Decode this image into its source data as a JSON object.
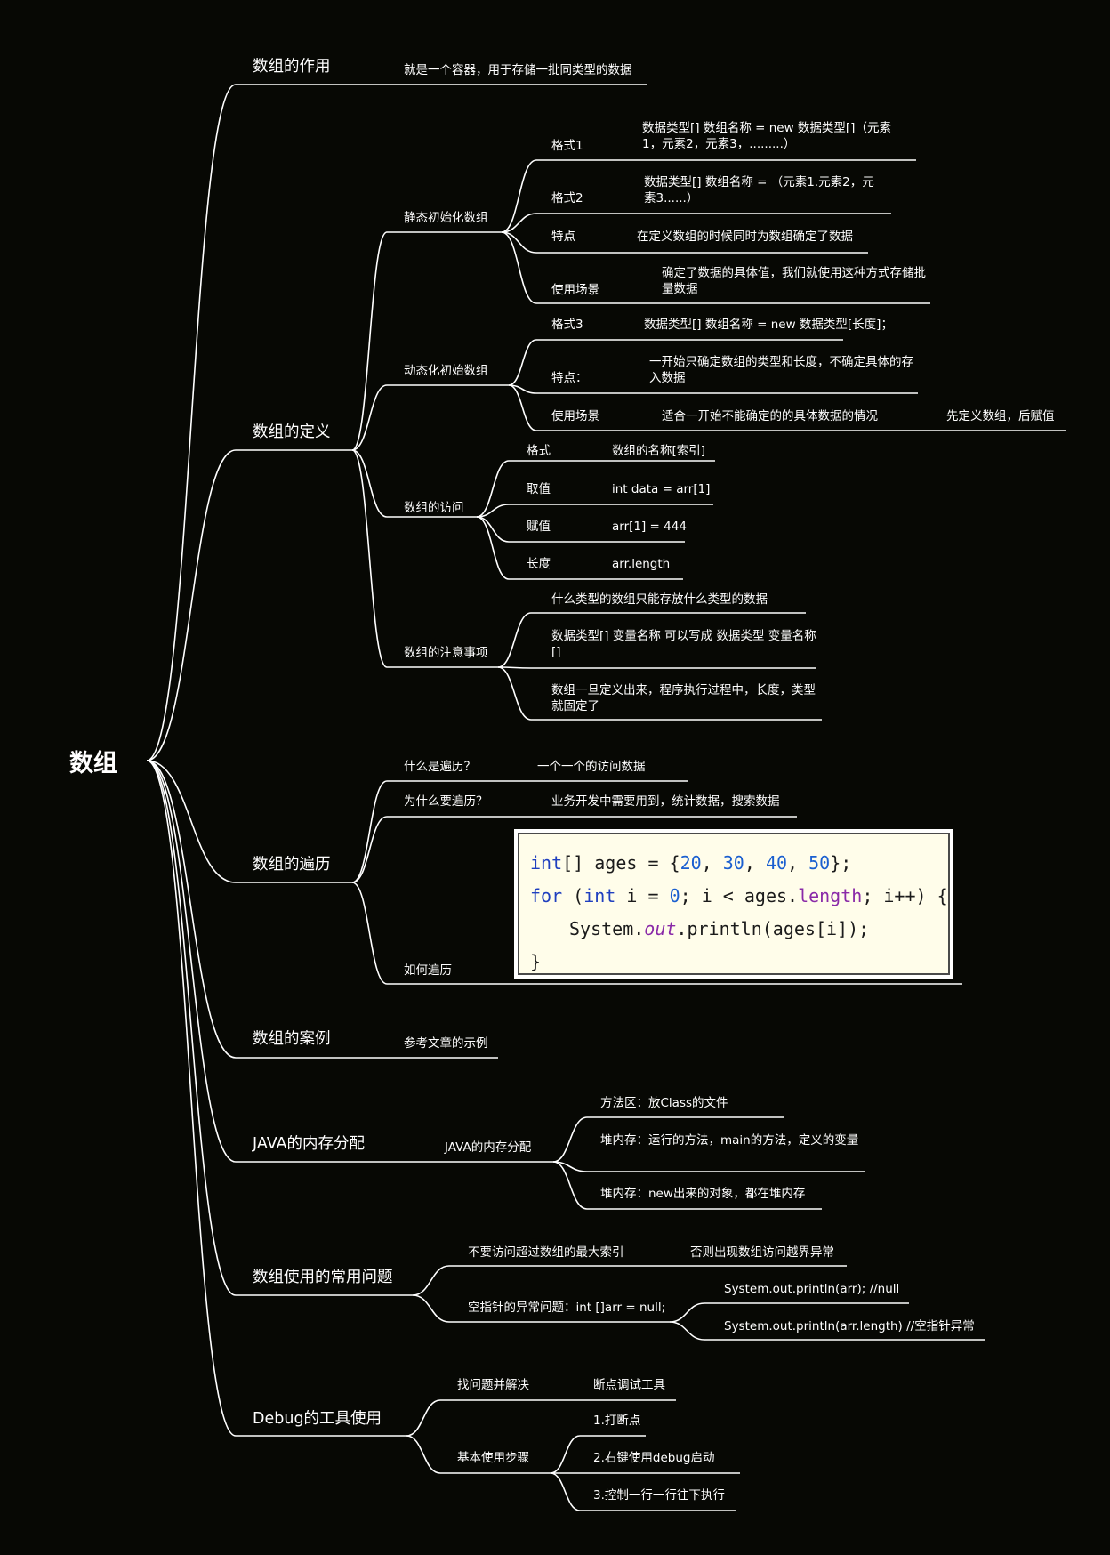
{
  "root": "数组",
  "purpose": {
    "title": "数组的作用",
    "desc": "就是一个容器，用于存储一批同类型的数据"
  },
  "definition": {
    "title": "数组的定义",
    "static_init": {
      "title": "静态初始化数组",
      "fmt1_label": "格式1",
      "fmt1_value": "数据类型[] 数组名称 = new 数据类型[]（元素1，元素2，元素3，.........）",
      "fmt2_label": "格式2",
      "fmt2_value": "数据类型[] 数组名称 = （元素1.元素2，元素3......）",
      "feature_label": "特点",
      "feature_value": "在定义数组的时候同时为数组确定了数据",
      "scene_label": "使用场景",
      "scene_value": "确定了数据的具体值，我们就使用这种方式存储批量数据"
    },
    "dynamic_init": {
      "title": "动态化初始数组",
      "fmt3_label": "格式3",
      "fmt3_value": "数据类型[] 数组名称 = new 数据类型[长度]；",
      "feature_label": "特点：",
      "feature_value": "一开始只确定数组的类型和长度，不确定具体的存入数据",
      "scene_label": "使用场景",
      "scene_value": "适合一开始不能确定的的具体数据的情况",
      "scene_extra": "先定义数组，后赋值"
    },
    "access": {
      "title": "数组的访问",
      "fmt_label": "格式",
      "fmt_value": "数组的名称[索引]",
      "get_label": "取值",
      "get_value": "int data  = arr[1]",
      "set_label": "赋值",
      "set_value": "arr[1] = 444",
      "len_label": "长度",
      "len_value": "arr.length"
    },
    "notes": {
      "title": "数组的注意事项",
      "n1": "什么类型的数组只能存放什么类型的数据",
      "n2": "数据类型[] 变量名称 可以写成 数据类型 变量名称[]",
      "n3": "数组一旦定义出来，程序执行过程中，长度，类型就固定了"
    }
  },
  "traverse": {
    "title": "数组的遍历",
    "what_label": "什么是遍历？",
    "what_value": "一个一个的访问数据",
    "why_label": "为什么要遍历？",
    "why_value": "业务开发中需要用到，统计数据，搜索数据",
    "how_label": "如何遍历",
    "code": {
      "l1_kw": "int",
      "l1_a": "[] ages = {",
      "n1": "20",
      "c1": ", ",
      "n2": "30",
      "c2": ", ",
      "n3": "40",
      "c3": ", ",
      "n4": "50",
      "l1_end": "};",
      "l2_for": "for",
      "l2_a": " (",
      "l2_int": "int",
      "l2_b": " i = ",
      "l2_zero": "0",
      "l2_c": "; i < ages.",
      "l2_len": "length",
      "l2_d": "; i++) {",
      "l3_a": "System.",
      "l3_out": "out",
      "l3_b": ".println(ages[i]);",
      "l4": "}"
    }
  },
  "cases": {
    "title": "数组的案例",
    "value": "参考文章的示例"
  },
  "memory": {
    "title": "JAVA的内存分配",
    "sub": "JAVA的内存分配",
    "m1": "方法区：放Class的文件",
    "m2": "堆内存：运行的方法，main的方法，定义的变量",
    "m3": "堆内存：new出来的对象，都在堆内存"
  },
  "problems": {
    "title": "数组使用的常用问题",
    "p1_label": "不要访问超过数组的最大索引",
    "p1_value": "否则出现数组访问越界异常",
    "p2_label": "空指针的异常问题：int []arr = null;",
    "p2_v1": "System.out.println(arr); //null",
    "p2_v2": "System.out.println(arr.length) //空指针异常"
  },
  "debug": {
    "title": "Debug的工具使用",
    "find_label": "找问题并解决",
    "find_value": "断点调试工具",
    "steps_label": "基本使用步骤",
    "s1": "1.打断点",
    "s2": "2.右键使用debug启动",
    "s3": "3.控制一行一行往下执行"
  },
  "colors": {
    "background": "#070804",
    "line": "#ffffff",
    "code_bg": "#fffdea",
    "keyword": "#1f3fbf",
    "number": "#1a5fd0",
    "field": "#8a2aa8"
  }
}
